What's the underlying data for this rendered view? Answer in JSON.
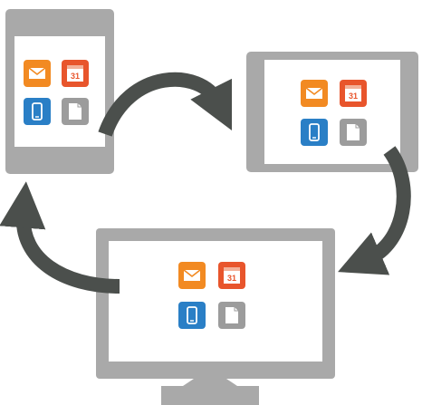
{
  "colors": {
    "device_gray": "#a9a9a9",
    "screen_white": "#ffffff",
    "arrow": "#4b4f4c",
    "mail_tile": "#f28a22",
    "calendar_tile": "#e8552c",
    "phone_tile": "#2a7fc6",
    "document_tile": "#9c9c9c"
  },
  "devices": {
    "phone": {
      "apps": [
        {
          "name": "mail",
          "icon": "envelope-icon",
          "color": "#f28a22"
        },
        {
          "name": "calendar",
          "icon": "calendar-icon",
          "color": "#e8552c",
          "number": "31"
        },
        {
          "name": "phone",
          "icon": "mobile-phone-icon",
          "color": "#2a7fc6"
        },
        {
          "name": "document",
          "icon": "document-icon",
          "color": "#9c9c9c"
        }
      ]
    },
    "tablet": {
      "apps": [
        {
          "name": "mail",
          "icon": "envelope-icon",
          "color": "#f28a22"
        },
        {
          "name": "calendar",
          "icon": "calendar-icon",
          "color": "#e8552c",
          "number": "31"
        },
        {
          "name": "phone",
          "icon": "mobile-phone-icon",
          "color": "#2a7fc6"
        },
        {
          "name": "document",
          "icon": "document-icon",
          "color": "#9c9c9c"
        }
      ]
    },
    "monitor": {
      "apps": [
        {
          "name": "mail",
          "icon": "envelope-icon",
          "color": "#f28a22"
        },
        {
          "name": "calendar",
          "icon": "calendar-icon",
          "color": "#e8552c",
          "number": "31"
        },
        {
          "name": "phone",
          "icon": "mobile-phone-icon",
          "color": "#2a7fc6"
        },
        {
          "name": "document",
          "icon": "document-icon",
          "color": "#9c9c9c"
        }
      ]
    }
  },
  "arrows": [
    {
      "name": "sync-arrow-phone-to-tablet"
    },
    {
      "name": "sync-arrow-tablet-to-monitor"
    },
    {
      "name": "sync-arrow-monitor-to-phone"
    }
  ]
}
